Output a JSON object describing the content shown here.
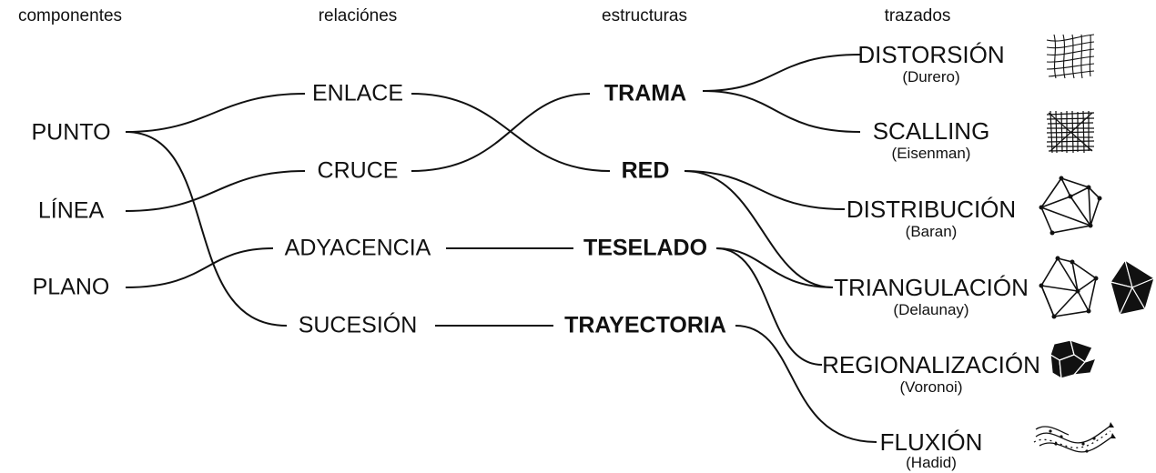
{
  "headers": {
    "componentes": "componentes",
    "relaciones": "relaciónes",
    "estructuras": "estructuras",
    "trazados": "trazados"
  },
  "componentes": [
    "PUNTO",
    "LÍNEA",
    "PLANO"
  ],
  "relaciones": [
    "ENLACE",
    "CRUCE",
    "ADYACENCIA",
    "SUCESIÓN"
  ],
  "estructuras": [
    "TRAMA",
    "RED",
    "TESELADO",
    "TRAYECTORIA"
  ],
  "trazados": [
    {
      "name": "DISTORSIÓN",
      "author": "(Durero)",
      "icon": "warped-grid-icon"
    },
    {
      "name": "SCALLING",
      "author": "(Eisenman)",
      "icon": "dense-grid-icon"
    },
    {
      "name": "DISTRIBUCIÓN",
      "author": "(Baran)",
      "icon": "network-graph-icon"
    },
    {
      "name": "TRIANGULACIÓN",
      "author": "(Delaunay)",
      "icon": "triangulation-icon"
    },
    {
      "name": "REGIONALIZACIÓN",
      "author": "(Voronoi)",
      "icon": "voronoi-cells-icon"
    },
    {
      "name": "FLUXIÓN",
      "author": "(Hadid)",
      "icon": "flow-lines-icon"
    }
  ],
  "connections": [
    [
      "PUNTO",
      "ENLACE"
    ],
    [
      "PUNTO",
      "SUCESIÓN"
    ],
    [
      "LÍNEA",
      "CRUCE"
    ],
    [
      "PLANO",
      "ADYACENCIA"
    ],
    [
      "ENLACE",
      "RED"
    ],
    [
      "CRUCE",
      "TRAMA"
    ],
    [
      "ADYACENCIA",
      "TESELADO"
    ],
    [
      "SUCESIÓN",
      "TRAYECTORIA"
    ],
    [
      "TRAMA",
      "DISTORSIÓN"
    ],
    [
      "TRAMA",
      "SCALLING"
    ],
    [
      "RED",
      "DISTRIBUCIÓN"
    ],
    [
      "RED",
      "TRIANGULACIÓN"
    ],
    [
      "TESELADO",
      "TRIANGULACIÓN"
    ],
    [
      "TESELADO",
      "REGIONALIZACIÓN"
    ],
    [
      "TRAYECTORIA",
      "FLUXIÓN"
    ]
  ]
}
